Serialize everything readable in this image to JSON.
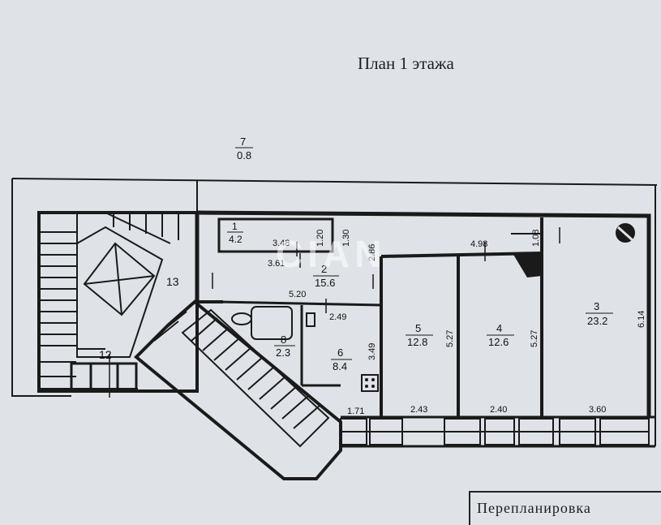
{
  "title": "План 1 этажа",
  "bottom_note": "Перепланировка",
  "watermark": "CIAN",
  "colors": {
    "paper": "#dfe3e7",
    "ink": "#1a1a1a"
  },
  "rooms": [
    {
      "num": "1",
      "area": "4.2"
    },
    {
      "num": "2",
      "area": "15.6"
    },
    {
      "num": "3",
      "area": "23.2"
    },
    {
      "num": "4",
      "area": "12.6"
    },
    {
      "num": "5",
      "area": "12.8"
    },
    {
      "num": "6",
      "area": "8.4"
    },
    {
      "num": "7",
      "area": "0.8"
    },
    {
      "num": "8",
      "area": "2.3"
    },
    {
      "num": "12",
      "area": ""
    },
    {
      "num": "13",
      "area": ""
    }
  ],
  "dimensions": {
    "d348": "3.48",
    "d120": "1.20",
    "d130": "1.30",
    "d361": "3.61",
    "d286": "2.86",
    "d498": "4.98",
    "d108": "1.08",
    "d520": "5.20",
    "d249": "2.49",
    "d349": "3.49",
    "d527a": "5.27",
    "d527b": "5.27",
    "d614": "6.14",
    "d171": "1.71",
    "d243": "2.43",
    "d240": "2.40",
    "d360": "3.60"
  }
}
